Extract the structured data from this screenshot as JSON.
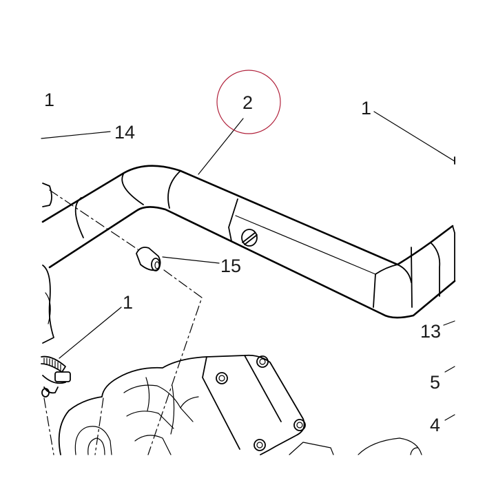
{
  "callouts": [
    {
      "id": "c1a",
      "text": "1"
    },
    {
      "id": "c2",
      "text": "2"
    },
    {
      "id": "c1b",
      "text": "1"
    },
    {
      "id": "c14",
      "text": "14"
    },
    {
      "id": "c15",
      "text": "15"
    },
    {
      "id": "c1c",
      "text": "1"
    },
    {
      "id": "c13",
      "text": "13"
    },
    {
      "id": "c5",
      "text": "5"
    },
    {
      "id": "c4",
      "text": "4"
    }
  ],
  "highlight_color": "#b0203a"
}
